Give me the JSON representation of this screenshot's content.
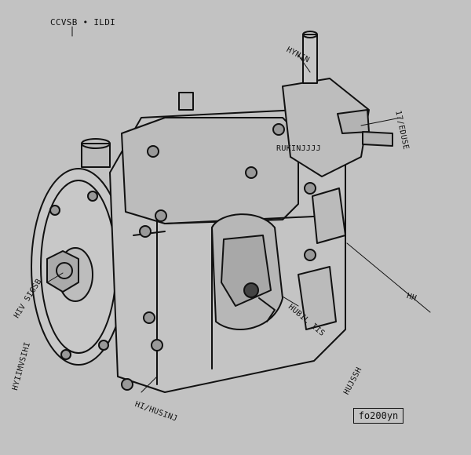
{
  "callouts": {
    "top": "CCVSB • ILDI",
    "right_top": "17/EDUSE",
    "mid": "RUKINJJJJ",
    "nut_top": "HYNIN",
    "left_mid": "HIV SIGSB",
    "left_low": "HYIIMVSIHI",
    "bottom_mid": "HI/HUSINJ",
    "right_mid": "HUBIL IIS",
    "right_low": "HUJSSH",
    "far_right": "HH"
  },
  "figure_code": "fo200yn"
}
